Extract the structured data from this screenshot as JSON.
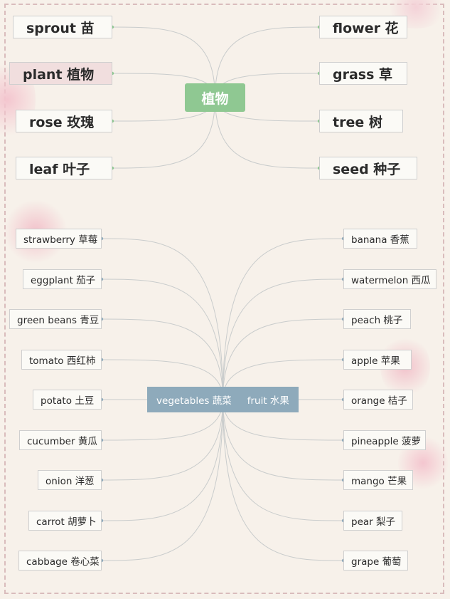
{
  "top_map": {
    "center": "植物",
    "left": [
      "sprout 苗",
      "plant 植物",
      "rose 玫瑰",
      "leaf 叶子"
    ],
    "right": [
      "flower 花",
      "grass 草",
      "tree 树",
      "seed 种子"
    ]
  },
  "bottom_map": {
    "center_left": "vegetables 蔬菜",
    "center_right": "fruit 水果",
    "left": [
      "strawberry 草莓",
      "eggplant 茄子",
      "green beans 青豆",
      "tomato 西红柿",
      "potato 土豆",
      "cucumber 黄瓜",
      "onion 洋葱",
      "carrot 胡萝卜",
      "cabbage 卷心菜"
    ],
    "right": [
      "banana 香蕉",
      "watermelon 西瓜",
      "peach 桃子",
      "apple 苹果",
      "orange 桔子",
      "pineapple 菠萝",
      "mango 芒果",
      "pear 梨子",
      "grape 葡萄"
    ]
  },
  "colors": {
    "background": "#f7f1ea",
    "top_hub": "#8fc892",
    "bottom_hub": "#8eaabb",
    "blossom": "#f2c2cb"
  }
}
